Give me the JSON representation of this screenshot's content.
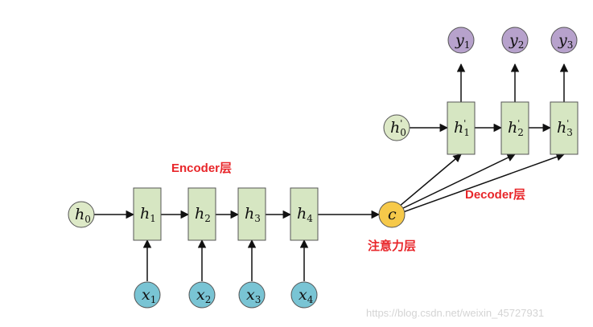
{
  "labels": {
    "encoder": "Encoder层",
    "decoder": "Decoder层",
    "attention": "注意力层"
  },
  "nodes": {
    "h0": {
      "var": "h",
      "sub": "0"
    },
    "enc_h1": {
      "var": "h",
      "sub": "1"
    },
    "enc_h2": {
      "var": "h",
      "sub": "2"
    },
    "enc_h3": {
      "var": "h",
      "sub": "3"
    },
    "enc_h4": {
      "var": "h",
      "sub": "4"
    },
    "x1": {
      "var": "x",
      "sub": "1"
    },
    "x2": {
      "var": "x",
      "sub": "2"
    },
    "x3": {
      "var": "x",
      "sub": "3"
    },
    "x4": {
      "var": "x",
      "sub": "4"
    },
    "c": {
      "var": "c"
    },
    "dec_h0": {
      "var": "h",
      "sub": "0",
      "prime": "'"
    },
    "dec_h1": {
      "var": "h",
      "sub": "1",
      "prime": "'"
    },
    "dec_h2": {
      "var": "h",
      "sub": "2",
      "prime": "'"
    },
    "dec_h3": {
      "var": "h",
      "sub": "3",
      "prime": "'"
    },
    "y1": {
      "var": "y",
      "sub": "1"
    },
    "y2": {
      "var": "y",
      "sub": "2"
    },
    "y3": {
      "var": "y",
      "sub": "3"
    }
  },
  "watermark": "https://blog.csdn.net/weixin_45727931",
  "colors": {
    "box_fill": "#d6e6c2",
    "h0_fill": "#dde9c7",
    "x_fill": "#79c4d4",
    "y_fill": "#b7a2cc",
    "c_fill": "#f6c94a",
    "label_red": "#e8262a"
  }
}
